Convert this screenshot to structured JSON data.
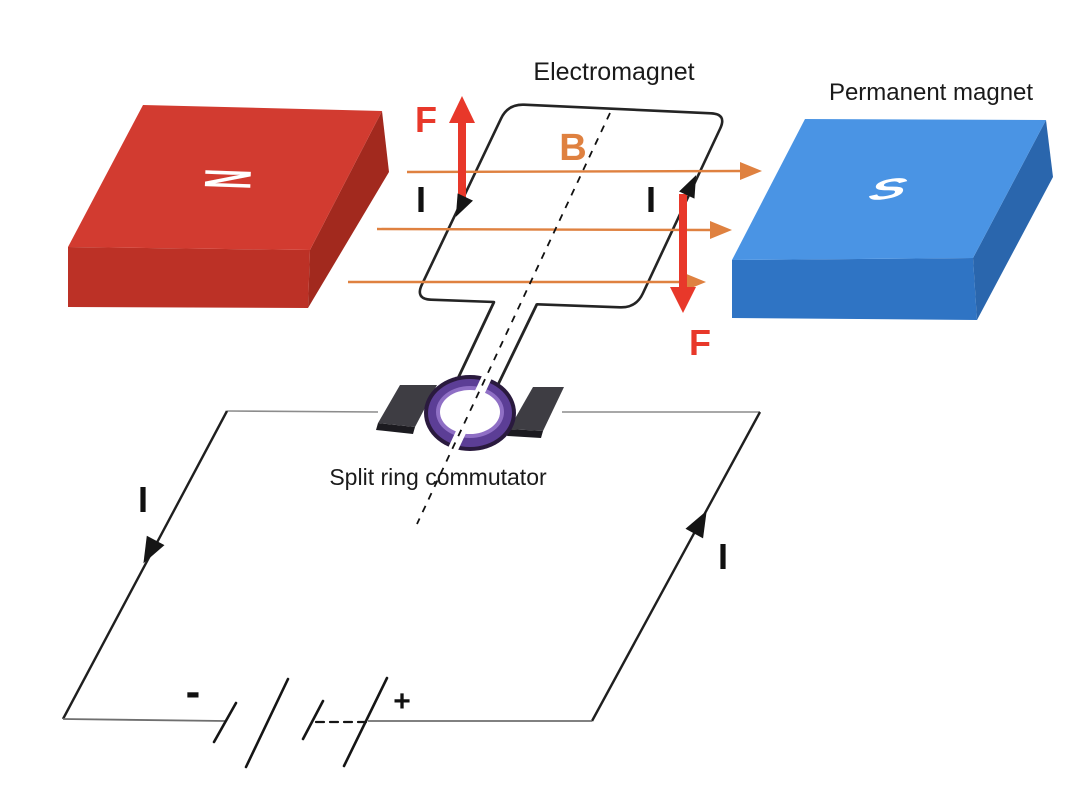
{
  "diagram": {
    "title_electromagnet": "Electromagnet",
    "title_permanent_magnet": "Permanent magnet",
    "title_split_ring": "Split ring commutator",
    "pole_north": "N",
    "pole_south": "S",
    "field_label": "B",
    "force_label": "F",
    "current_label": "I",
    "battery_minus": "-",
    "battery_plus": "+",
    "field_line_count": 3
  },
  "colors": {
    "magnet_north_top": "#d23b30",
    "magnet_north_front": "#bc3126",
    "magnet_north_side": "#a2291e",
    "magnet_south_top": "#4a94e4",
    "magnet_south_front": "#2f74c4",
    "magnet_south_side": "#2a66ad",
    "field_orange": "#df8140",
    "force_red": "#e8382a",
    "ring_purple": "#5c3e96",
    "ring_highlight": "#8f6fc5",
    "ring_dark": "#2a1a3e",
    "brush_gray": "#3e3d43",
    "brush_dark": "#1c1b20",
    "wire_black": "#242424",
    "circuit_gray": "#7a7a7a"
  }
}
